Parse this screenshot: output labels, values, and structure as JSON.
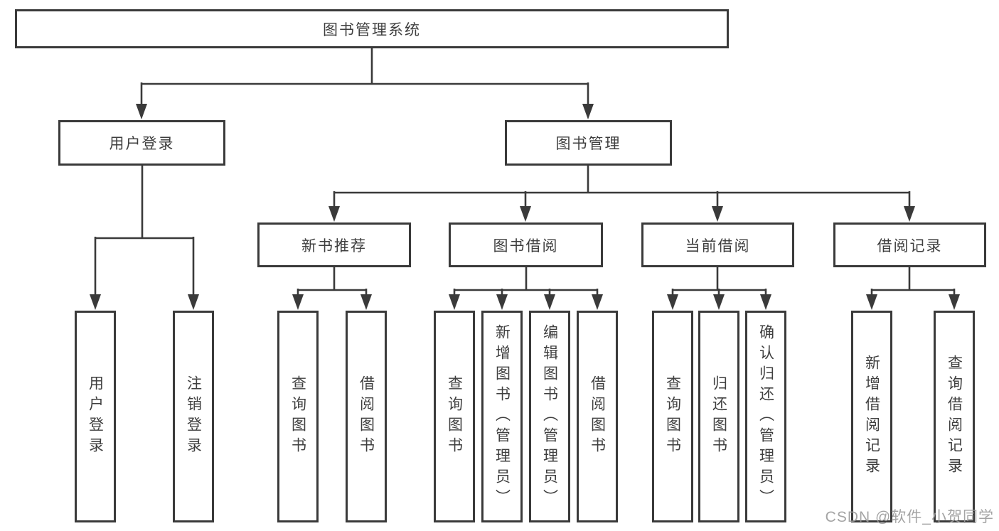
{
  "tree": {
    "root": {
      "label": "图书管理系统"
    },
    "branches": [
      {
        "label": "用户登录",
        "children": [
          {
            "label": "用户登录"
          },
          {
            "label": "注销登录"
          }
        ]
      },
      {
        "label": "图书管理",
        "children": [
          {
            "label": "新书推荐",
            "children": [
              {
                "label": "查询图书"
              },
              {
                "label": "借阅图书"
              }
            ]
          },
          {
            "label": "图书借阅",
            "children": [
              {
                "label": "查询图书"
              },
              {
                "label": "新增图书（管理员）"
              },
              {
                "label": "编辑图书（管理员）"
              },
              {
                "label": "借阅图书"
              }
            ]
          },
          {
            "label": "当前借阅",
            "children": [
              {
                "label": "查询图书"
              },
              {
                "label": "归还图书"
              },
              {
                "label": "确认归还（管理员）"
              }
            ]
          },
          {
            "label": "借阅记录",
            "children": [
              {
                "label": "新增借阅记录"
              },
              {
                "label": "查询借阅记录"
              }
            ]
          }
        ]
      }
    ]
  },
  "watermark": {
    "text": "CSDN @软件_小贺同学"
  },
  "colors": {
    "line": "#3a3a3a",
    "border": "#3a3a3a",
    "text": "#3f3f3f",
    "watermark": "#9b9b9b",
    "background": "#ffffff"
  }
}
